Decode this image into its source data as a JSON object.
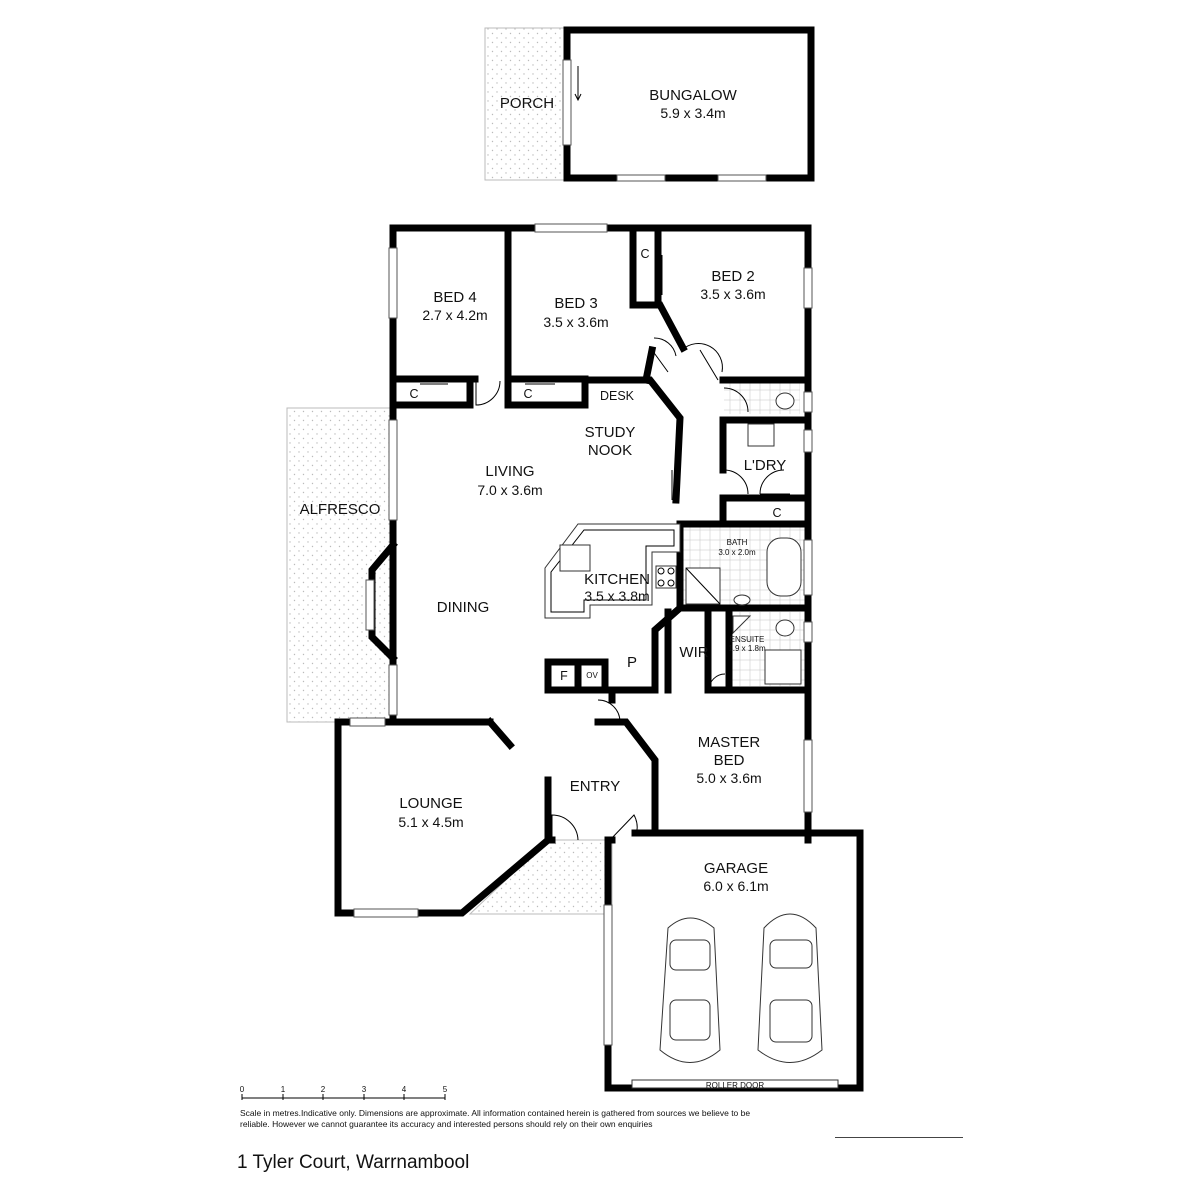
{
  "rooms": {
    "porch": {
      "name": "PORCH"
    },
    "bungalow": {
      "name": "BUNGALOW",
      "dims": "5.9 x 3.4m"
    },
    "bed4": {
      "name": "BED 4",
      "dims": "2.7 x 4.2m"
    },
    "bed3": {
      "name": "BED 3",
      "dims": "3.5 x 3.6m"
    },
    "bed2": {
      "name": "BED 2",
      "dims": "3.5 x 3.6m"
    },
    "closet_c": "C",
    "desk": "DESK",
    "study_nook": {
      "line1": "STUDY",
      "line2": "NOOK"
    },
    "laundry": {
      "name": "L'DRY"
    },
    "living": {
      "name": "LIVING",
      "dims": "7.0 x 3.6m"
    },
    "alfresco": {
      "name": "ALFRESCO"
    },
    "bath": {
      "name": "BATH",
      "dims": "3.0 x 2.0m"
    },
    "kitchen": {
      "name": "KITCHEN",
      "dims": "3.5 x 3.8m"
    },
    "dining": {
      "name": "DINING"
    },
    "ensuite": {
      "name": "ENSUITE",
      "dims": "1.9 x 1.8m"
    },
    "pantry": "P",
    "wir": "WIR",
    "fridge": "F",
    "oven": "OV",
    "master": {
      "line1": "MASTER",
      "line2": "BED",
      "dims": "5.0 x 3.6m"
    },
    "entry": {
      "name": "ENTRY"
    },
    "lounge": {
      "name": "LOUNGE",
      "dims": "5.1 x 4.5m"
    },
    "garage": {
      "name": "GARAGE",
      "dims": "6.0 x 6.1m"
    },
    "roller_door": "ROLLER DOOR"
  },
  "scale": {
    "ticks": [
      "0",
      "1",
      "2",
      "3",
      "4",
      "5"
    ],
    "note": "Scale in metres.Indicative only. Dimensions are approximate. All information contained herein is gathered from sources we believe to be reliable. However we cannot guarantee its accuracy and interested persons should rely on their own enquiries"
  },
  "address": "1 Tyler Court, Warrnambool"
}
